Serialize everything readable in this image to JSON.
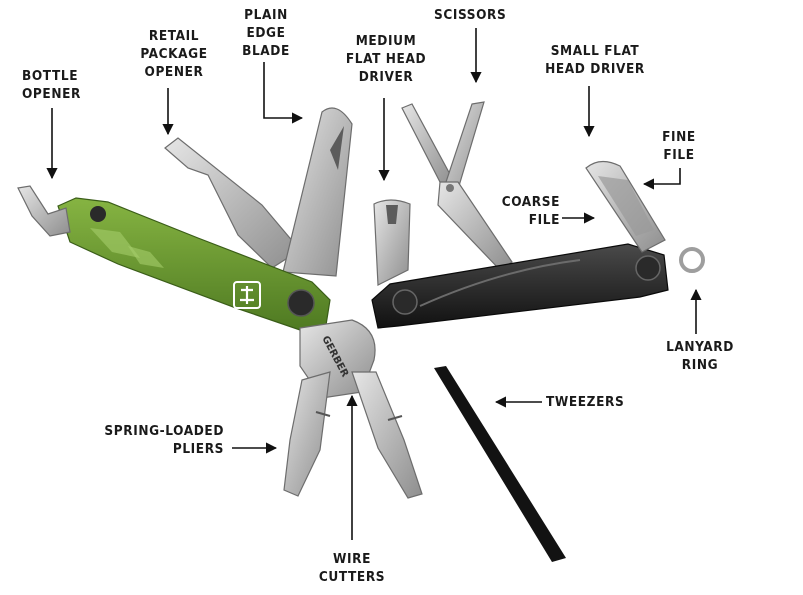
{
  "colors": {
    "handle_green": "#6c9a32",
    "handle_black": "#1f1f1f",
    "steel": "#bcbcbc",
    "text": "#1a1a1a"
  },
  "labels": {
    "bottle_opener": [
      "BOTTLE",
      "OPENER"
    ],
    "retail_package_opener": [
      "RETAIL",
      "PACKAGE",
      "OPENER"
    ],
    "plain_edge_blade": [
      "PLAIN",
      "EDGE",
      "BLADE"
    ],
    "medium_flat_head_driver": [
      "MEDIUM",
      "FLAT HEAD",
      "DRIVER"
    ],
    "scissors": [
      "SCISSORS"
    ],
    "small_flat_head_driver": [
      "SMALL FLAT",
      "HEAD DRIVER"
    ],
    "fine_file": [
      "FINE",
      "FILE"
    ],
    "coarse_file": [
      "COARSE",
      "FILE"
    ],
    "lanyard_ring": [
      "LANYARD",
      "RING"
    ],
    "tweezers": [
      "TWEEZERS"
    ],
    "spring_loaded_pliers": [
      "SPRING-LOADED",
      "PLIERS"
    ],
    "wire_cutters": [
      "WIRE",
      "CUTTERS"
    ]
  },
  "brand": {
    "handle_text": "GERBER",
    "logo_icon": "gerber-logo-icon"
  }
}
